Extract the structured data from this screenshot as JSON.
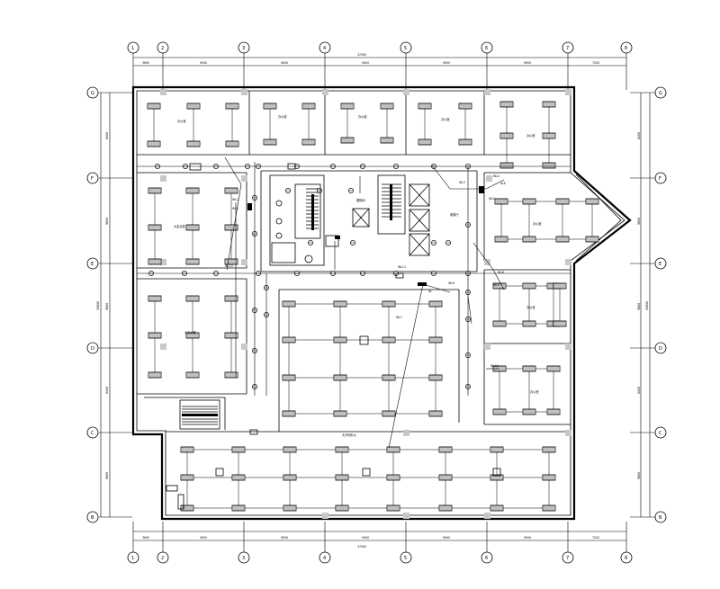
{
  "drawing": {
    "axis_numbers_top": [
      "1",
      "2",
      "3",
      "4",
      "5",
      "6",
      "7",
      "8"
    ],
    "axis_numbers_bottom": [
      "1",
      "2",
      "3",
      "4",
      "5",
      "6",
      "7",
      "8"
    ],
    "axis_letters_left": [
      "G",
      "F",
      "E",
      "D",
      "C",
      "B"
    ],
    "axis_letters_right": [
      "G",
      "F",
      "E",
      "D",
      "C",
      "B"
    ],
    "dim_top_segments": [
      "3600",
      "9000",
      "9000",
      "9000",
      "9000",
      "9000",
      "7200"
    ],
    "dim_bottom_segments": [
      "3600",
      "9000",
      "9000",
      "9000",
      "9000",
      "9000",
      "7200"
    ],
    "dim_total": "47400",
    "dim_left_segments": [
      "8400",
      "9600",
      "9600",
      "8400",
      "9600"
    ],
    "dim_right_segments": [
      "8400",
      "9600",
      "9600",
      "8400",
      "9600"
    ],
    "dim_left_total": "45600",
    "dim_right_total": "45600"
  },
  "rooms": [
    {
      "id": "office-1",
      "label": "办公室"
    },
    {
      "id": "office-2",
      "label": "办公室"
    },
    {
      "id": "office-3",
      "label": "办公室"
    },
    {
      "id": "office-4",
      "label": "办公室"
    },
    {
      "id": "office-5",
      "label": "办公室"
    },
    {
      "id": "meeting-left",
      "label": "大会议室"
    },
    {
      "id": "office-east",
      "label": "办公室"
    },
    {
      "id": "stairwell-core",
      "label": "楼梯间"
    },
    {
      "id": "elevator-lobby",
      "label": "电梯厅"
    },
    {
      "id": "big-office-left",
      "label": "大办公室"
    },
    {
      "id": "office-east-2",
      "label": "办公室"
    },
    {
      "id": "office-east-3",
      "label": "办公室"
    },
    {
      "id": "open-office",
      "label": "大开间办公"
    }
  ],
  "circuit_labels": [
    "WL1",
    "WL2",
    "WL3",
    "WL4",
    "WL5",
    "WL6",
    "WL7",
    "WL8",
    "WL9",
    "WL10",
    "WL11",
    "WL12"
  ],
  "panel_labels": [
    "AL",
    "ALE"
  ]
}
